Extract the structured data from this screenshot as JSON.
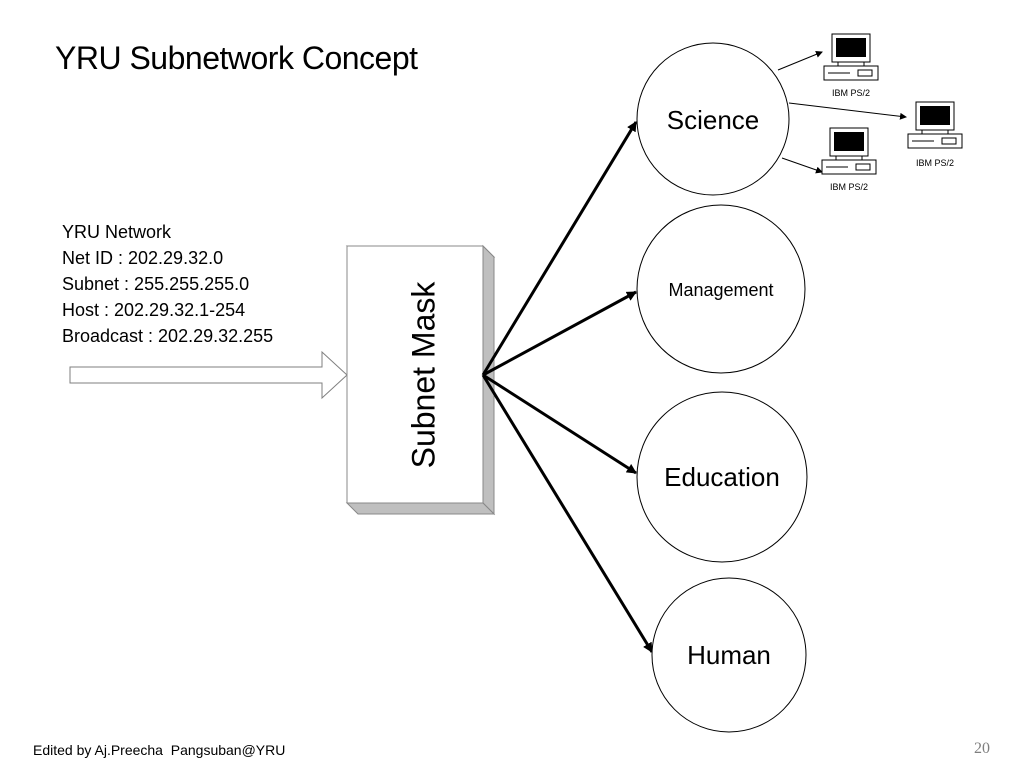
{
  "title": "YRU Subnetwork Concept",
  "network_info": {
    "name": "YRU Network",
    "net_id": "Net ID : 202.29.32.0",
    "subnet": "Subnet : 255.255.255.0",
    "host": "Host : 202.29.32.1-254",
    "broadcast": "Broadcast : 202.29.32.255"
  },
  "subnet_mask_label": "Subnet Mask",
  "subnets": [
    {
      "label": "Science"
    },
    {
      "label": "Management"
    },
    {
      "label": "Education"
    },
    {
      "label": "Human"
    }
  ],
  "computers": [
    {
      "label": "IBM PS/2",
      "icon": "computer-icon"
    },
    {
      "label": "IBM PS/2",
      "icon": "computer-icon"
    },
    {
      "label": "IBM PS/2",
      "icon": "computer-icon"
    }
  ],
  "footer": "Edited by Aj.Preecha  Pangsuban@YRU",
  "page_number": "20"
}
